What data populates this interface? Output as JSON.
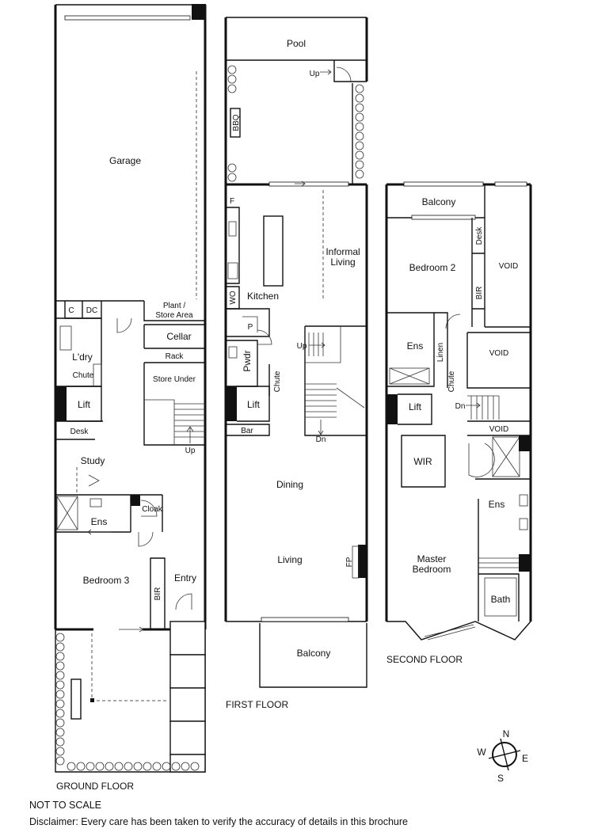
{
  "floors": {
    "ground": "GROUND FLOOR",
    "first": "FIRST FLOOR",
    "second": "SECOND FLOOR"
  },
  "rooms": {
    "garage": "Garage",
    "c": "C",
    "dc": "DC",
    "plant_store": "Plant /",
    "plant_store2": "Store Area",
    "cellar": "Cellar",
    "rack": "Rack",
    "laundry": "L'dry",
    "chute_g": "Chute",
    "store_under": "Store Under",
    "lift_g": "Lift",
    "desk_g": "Desk",
    "study": "Study",
    "cloak": "Cloak",
    "ens_g": "Ens",
    "bedroom3": "Bedroom 3",
    "bir_g": "BIR",
    "entry": "Entry",
    "up_g": "Up",
    "pool": "Pool",
    "up_pool": "Up",
    "bbq": "BBQ",
    "f": "F",
    "kitchen": "Kitchen",
    "wo": "WO",
    "p": "P",
    "pwdr": "Pwdr",
    "chute_1": "Chute",
    "informal_living": "Informal",
    "informal_living2": "Living",
    "up_1": "Up",
    "dn_1": "Dn",
    "lift_1": "Lift",
    "bar": "Bar",
    "dining": "Dining",
    "living": "Living",
    "fp": "FP",
    "balcony_1": "Balcony",
    "balcony_2": "Balcony",
    "bedroom2": "Bedroom 2",
    "desk_2": "Desk",
    "bir_2": "BIR",
    "void_a": "VOID",
    "void_b": "VOID",
    "void_c": "VOID",
    "ens_2a": "Ens",
    "linen": "Linen",
    "chute_2": "Chute",
    "lift_2": "Lift",
    "dn_2": "Dn",
    "wir": "WIR",
    "ens_2b": "Ens",
    "master": "Master",
    "master2": "Bedroom",
    "bath": "Bath"
  },
  "compass": {
    "n": "N",
    "e": "E",
    "s": "S",
    "w": "W"
  },
  "notes": {
    "scale": "NOT TO SCALE",
    "disclaimer": "Disclaimer: Every care has been taken to verify the accuracy of details in this brochure"
  }
}
